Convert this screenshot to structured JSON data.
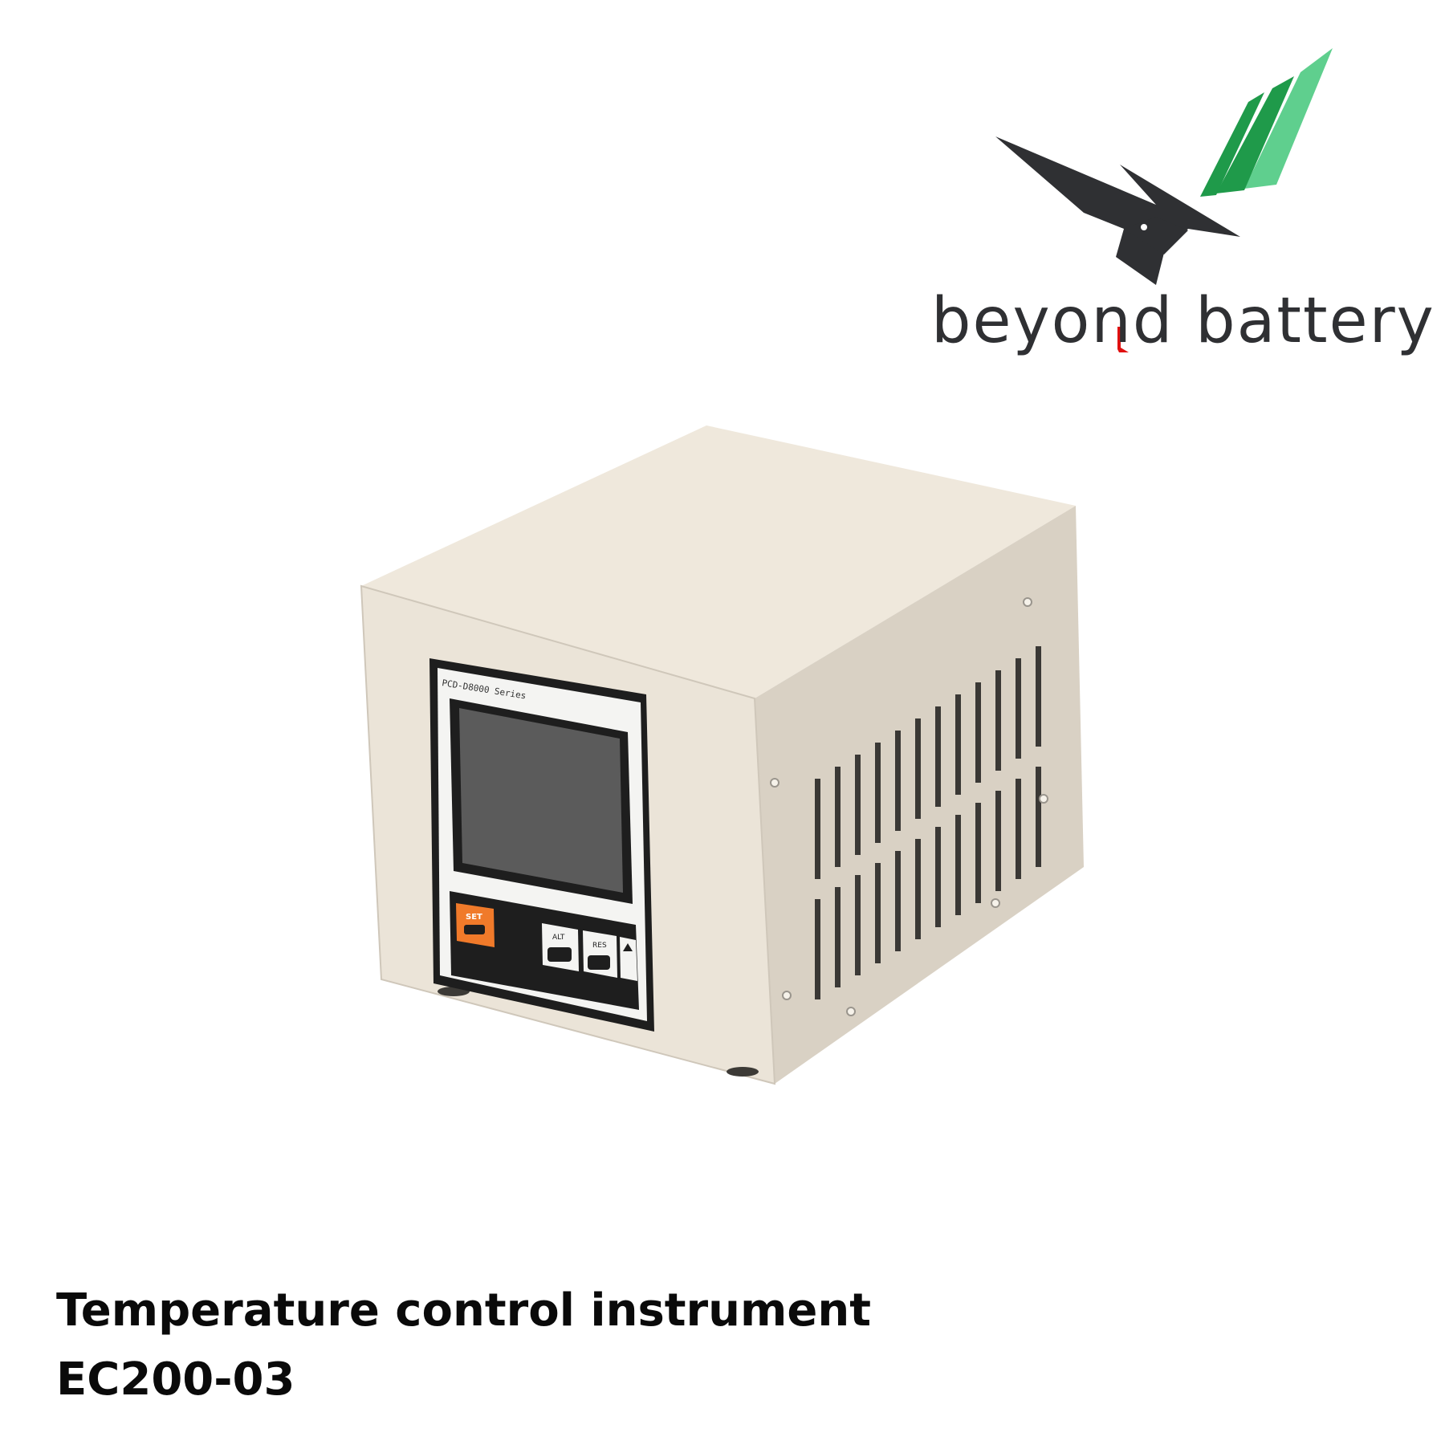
{
  "brand": {
    "name": "beyond battery",
    "colors": {
      "dark": "#2f3033",
      "green_dark": "#1f9a4a",
      "green_light": "#5fcf8e",
      "red_accent": "#e01010"
    },
    "logo_icon": "eagle-wings-icon"
  },
  "product": {
    "title": "Temperature control instrument",
    "model": "EC200-03",
    "panel": {
      "series_label": "PCD-D8000 Series",
      "set_button": "SET",
      "alt_button": "ALT",
      "res_button": "RES"
    },
    "colors": {
      "case": "#e9e2d6",
      "screen": "#5b5b5b",
      "set_orange": "#f07a2a"
    }
  }
}
